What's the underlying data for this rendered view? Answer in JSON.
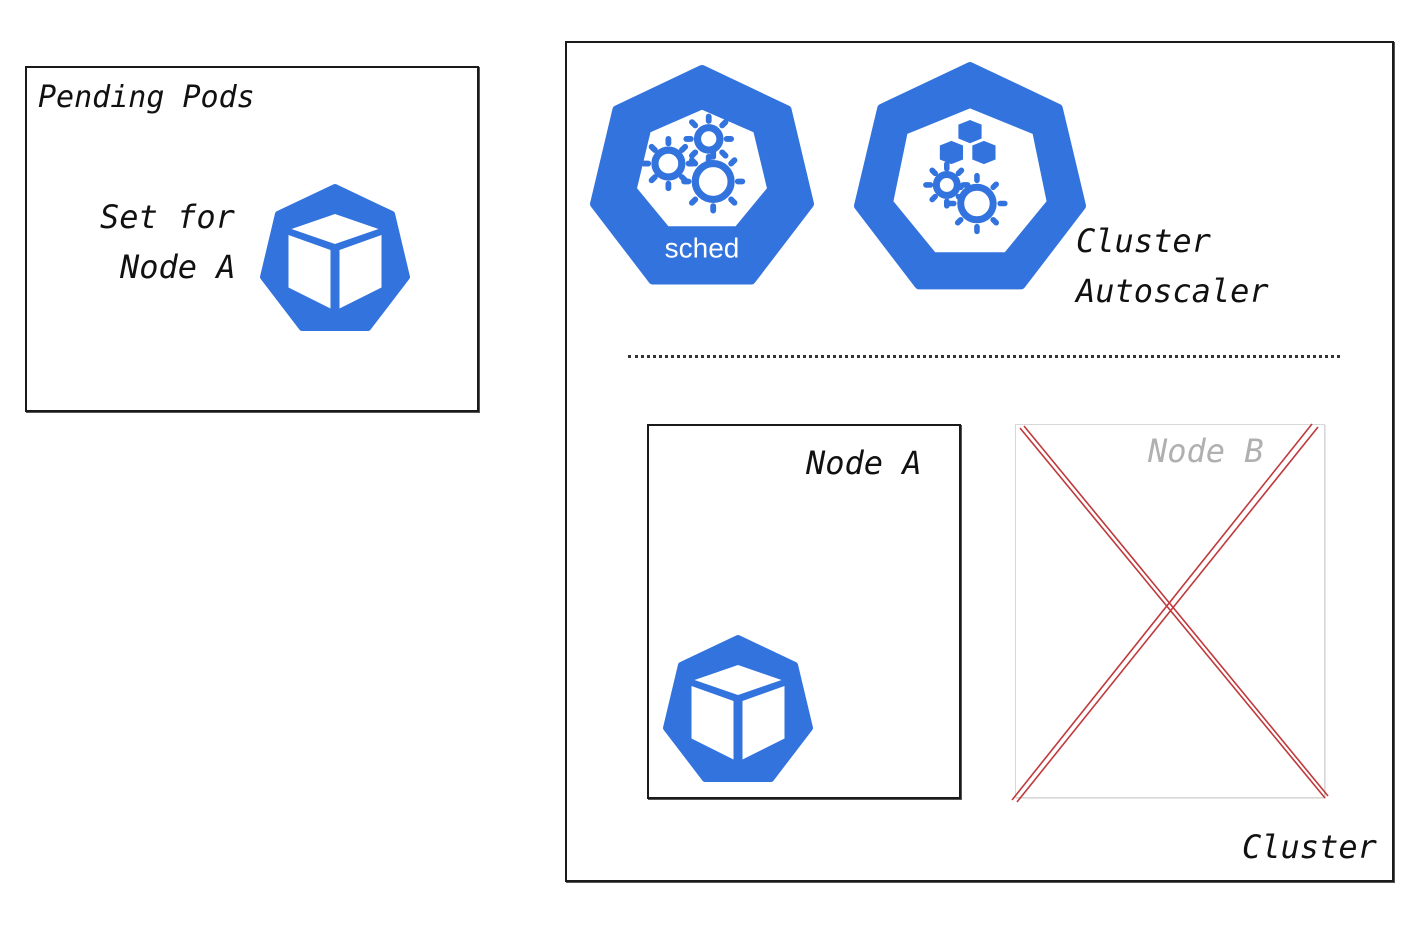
{
  "colors": {
    "k8s_blue": "#3273de",
    "ink": "#111111",
    "ghost_gray": "#b0b0b0",
    "ghost_border": "#d8d8d8",
    "cross_red": "#c0393b"
  },
  "pending_pods": {
    "title": "Pending Pods",
    "pod_label_line1": "Set for",
    "pod_label_line2": "Node A",
    "pod_icon": "k8s-pod-cube-icon"
  },
  "cluster": {
    "label": "Cluster",
    "scheduler": {
      "icon": "k8s-scheduler-icon",
      "label": "sched"
    },
    "autoscaler": {
      "icon": "k8s-cluster-autoscaler-icon",
      "label_line1": "Cluster",
      "label_line2": "Autoscaler"
    },
    "node_a": {
      "label": "Node A",
      "pod_icon": "k8s-pod-cube-icon"
    },
    "node_b": {
      "label": "Node B",
      "status": "removed",
      "overlay_icon": "red-x-cross-icon"
    }
  }
}
